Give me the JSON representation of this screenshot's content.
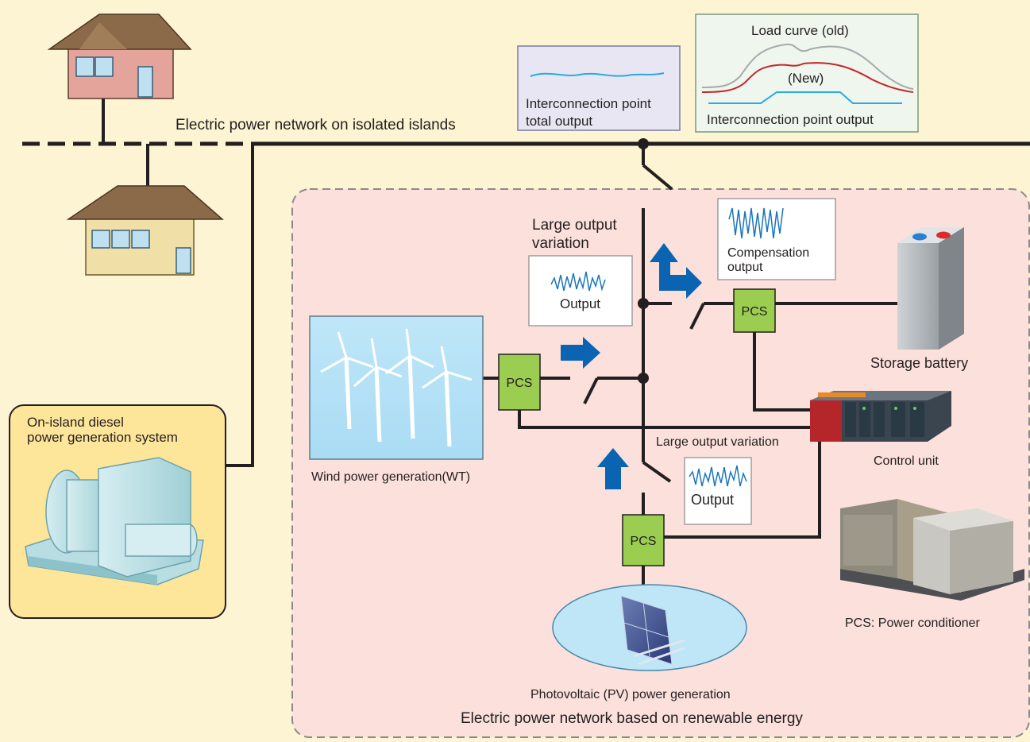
{
  "network_label": "Electric power network on isolated islands",
  "renewable_network_label": "Electric power network based on renewable energy",
  "interconnection_box": {
    "line1": "Interconnection point",
    "line2": "total output"
  },
  "load_curve_box": {
    "old_label": "Load curve (old)",
    "new_label": "(New)",
    "caption": "Interconnection point output"
  },
  "top_variation_label": {
    "line1": "Large output",
    "line2": "variation"
  },
  "wind_output_label": "Output",
  "compensation_label": {
    "line1": "Compensation",
    "line2": "output"
  },
  "pcs_label": "PCS",
  "storage_battery_label": "Storage battery",
  "control_unit_label": "Control unit",
  "wind_label": "Wind power generation(WT)",
  "pv_variation_label": "Large output variation",
  "pv_output_label": "Output",
  "pv_label": "Photovoltaic (PV) power generation",
  "pcs_conditioner_label": "PCS: Power conditioner",
  "diesel_label": {
    "line1": "On-island diesel",
    "line2": "power generation system"
  },
  "colors": {
    "background": "#fdf4d3",
    "renewable_zone": "#fbe0dc",
    "pcs_box": "#9acd50",
    "arrow": "#0b64b1",
    "signal": "#1b75bc",
    "old_curve": "#a7a9ac",
    "new_curve": "#c1272d",
    "output_line": "#29abe2"
  }
}
